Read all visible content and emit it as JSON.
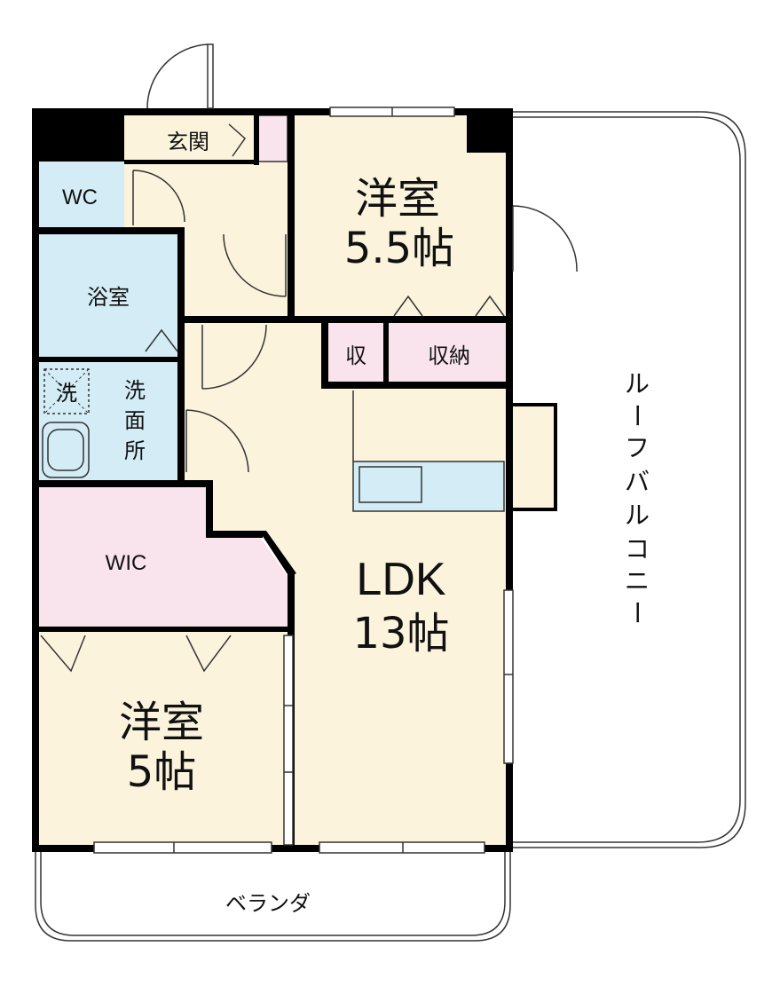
{
  "floor_plan": {
    "rooms": {
      "entrance": "玄関",
      "wc": "WC",
      "bathroom": "浴室",
      "washroom_lines": [
        "洗",
        "面",
        "所"
      ],
      "washing_machine": "洗",
      "western_room_1": {
        "name": "洋室",
        "size": "5.5帖"
      },
      "storage_small": "収",
      "storage": "収納",
      "ldk": {
        "name": "LDK",
        "size": "13帖"
      },
      "wic": "WIC",
      "western_room_2": {
        "name": "洋室",
        "size": "5帖"
      },
      "veranda": "ベランダ",
      "roof_balcony_chars": [
        "ル",
        "ー",
        "フ",
        "バ",
        "ル",
        "コ",
        "ニ",
        "ー"
      ]
    },
    "colors": {
      "floor": "#fbf3dc",
      "water_area": "#d3ecf6",
      "storage_area": "#f9e3ed",
      "wall": "#000000",
      "outdoor": "#ffffff"
    }
  }
}
